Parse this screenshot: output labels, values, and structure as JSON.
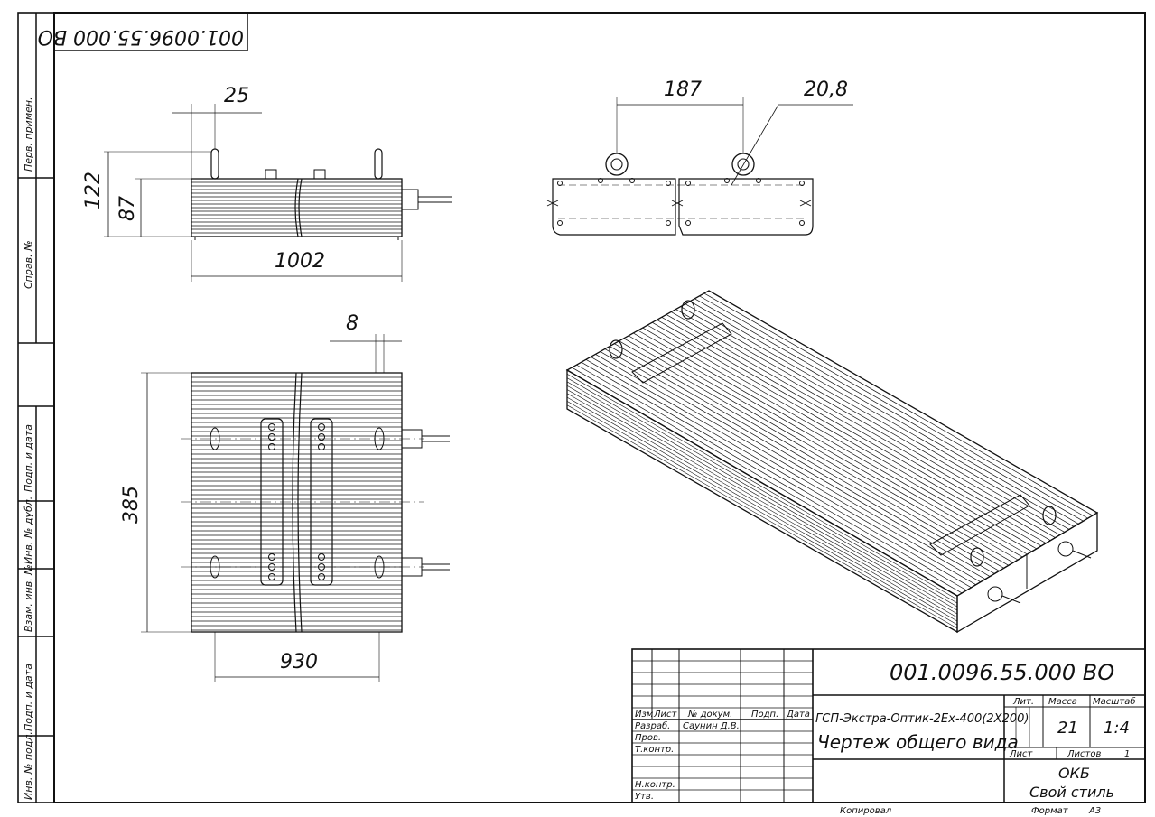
{
  "top_code": "001.0096.55.000 ВО",
  "side_column": [
    "Перв. примен.",
    "Справ. №",
    "Подп. и дата",
    "Инв. № дубл.",
    "Взам. инв. №",
    "Подп. и дата",
    "Инв. № подл."
  ],
  "dimensions": {
    "d25": "25",
    "d122": "122",
    "d87": "87",
    "d1002": "1002",
    "d187": "187",
    "d20_8": "20,8",
    "d8": "8",
    "d385": "385",
    "d930": "930"
  },
  "title_block": {
    "code": "001.0096.55.000 ВО",
    "headers": {
      "izm": "Изм",
      "list": "Лист",
      "doc": "№ докум.",
      "podp": "Подп.",
      "data": "Дата"
    },
    "roles": {
      "razrab": "Разраб.",
      "prov": "Пров.",
      "tkontr": "Т.контр.",
      "nkontr": "Н.контр.",
      "utv": "Утв."
    },
    "developer": "Саунин Д.В.",
    "product": "ГСП-Экстра-Оптик-2Ех-400(2Х200)",
    "doc_type": "Чертеж общего вида",
    "lit_label": "Лит.",
    "mass_label": "Масса",
    "scale_label": "Масштаб",
    "mass": "21",
    "scale": "1:4",
    "sheet_label": "Лист",
    "sheets_label": "Листов",
    "sheets": "1",
    "org1": "ОКБ",
    "org2": "Свой стиль"
  },
  "footer": {
    "copied": "Копировал",
    "format_label": "Формат",
    "format": "А3"
  }
}
